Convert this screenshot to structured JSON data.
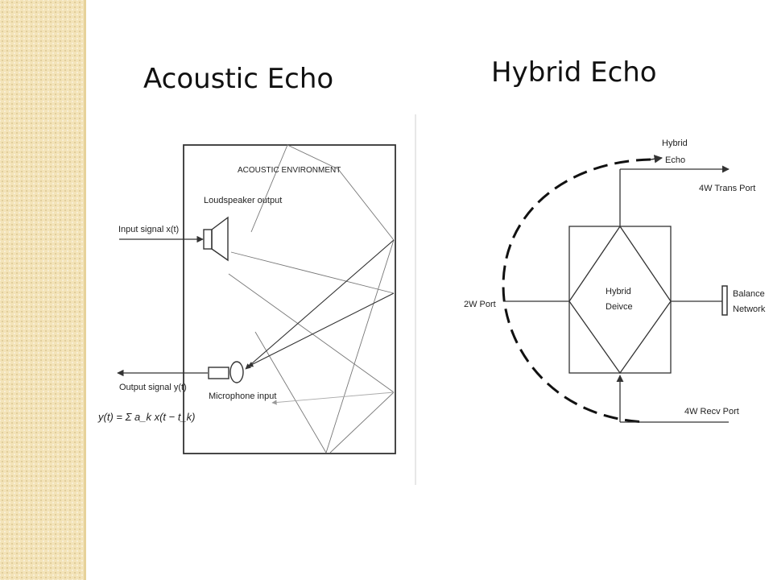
{
  "slide": {
    "left_title": "Acoustic Echo",
    "right_title": "Hybrid Echo"
  },
  "acoustic_diagram": {
    "environment_label": "ACOUSTIC ENVIRONMENT",
    "loudspeaker_label": "Loudspeaker output",
    "input_label": "Input signal x(t)",
    "output_label": "Output signal y(t)",
    "microphone_label": "Microphone input",
    "formula": "y(t) = Σ a_k x(t − t_k)"
  },
  "hybrid_diagram": {
    "hybrid_echo_line1": "Hybrid",
    "hybrid_echo_line2": "Echo",
    "trans_port_label": "4W Trans Port",
    "two_wire_port_label": "2W Port",
    "device_line1": "Hybrid",
    "device_line2": "Deivce",
    "balance_line1": "Balance",
    "balance_line2": "Network",
    "recv_port_label": "4W Recv Port"
  },
  "colors": {
    "sidebar": "#f3e3b8",
    "line": "#333333"
  }
}
